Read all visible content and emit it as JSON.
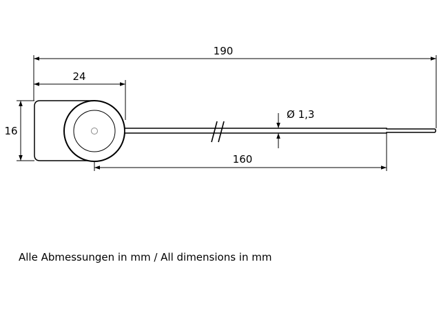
{
  "dimensions": {
    "overall_length": "190",
    "head_length": "24",
    "head_height": "16",
    "wire_length": "160",
    "wire_diameter": "Ø 1,3"
  },
  "note": "Alle Abmessungen in mm / All dimensions in mm",
  "colors": {
    "line": "#000000",
    "background": "#ffffff",
    "hub": "#888888"
  }
}
